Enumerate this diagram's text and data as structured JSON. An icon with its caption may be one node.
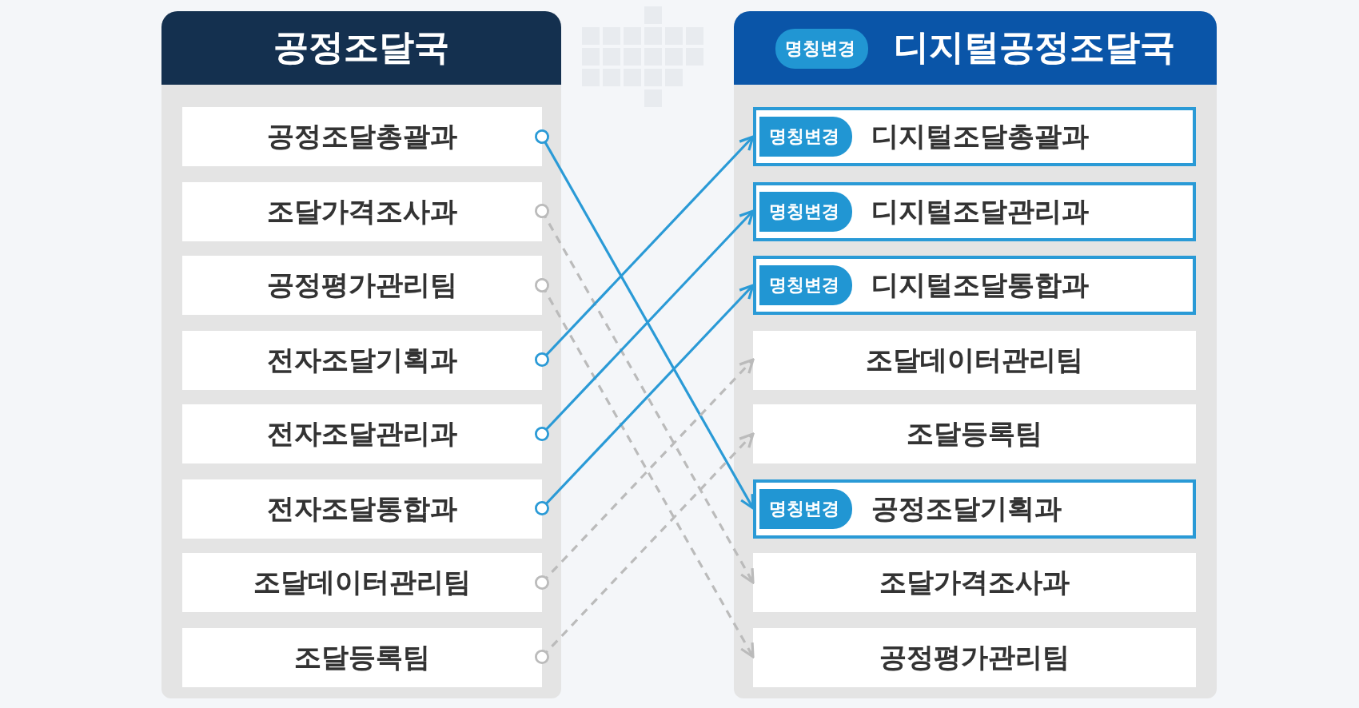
{
  "diagram": {
    "nodes": [
      {
        "text": [
          "공정조달국"
        ]
      },
      {
        "text": [
          "공정조달총괄과"
        ],
        "in": 0
      },
      {
        "text": [
          "조달가격조사과"
        ],
        "in": 0
      },
      {
        "text": [
          "공정평가관리팀"
        ],
        "in": 0
      },
      {
        "text": [
          "전자조달기획과"
        ],
        "in": 0
      },
      {
        "text": [
          "전자조달관리과"
        ],
        "in": 0
      },
      {
        "text": [
          "전자조달통합과"
        ],
        "in": 0
      },
      {
        "text": [
          "조달데이터관리팀"
        ],
        "in": 0
      },
      {
        "text": [
          "조달등록팀"
        ],
        "in": 0
      },
      {
        "text": [
          "명칭변경",
          "디지털공정조달국"
        ]
      },
      {
        "text": [
          "명칭변경",
          "디지털조달총괄과"
        ],
        "in": 9
      },
      {
        "text": [
          "명칭변경",
          "디지털조달관리과"
        ],
        "in": 9
      },
      {
        "text": [
          "명칭변경",
          "디지털조달통합과"
        ],
        "in": 9
      },
      {
        "text": [
          "조달데이터관리팀"
        ],
        "in": 9
      },
      {
        "text": [
          "조달등록팀"
        ],
        "in": 9
      },
      {
        "text": [
          "명칭변경",
          "공정조달기획과"
        ],
        "in": 9
      },
      {
        "text": [
          "조달가격조사과"
        ],
        "in": 9
      },
      {
        "text": [
          "공정평가관리팀"
        ],
        "in": 9
      }
    ],
    "edges": [
      {
        "from": 1,
        "to": 15,
        "arrow": "to"
      },
      {
        "from": 2,
        "to": 16,
        "arrow": "to",
        "style": "dashed",
        "color": "#bbbbbb"
      },
      {
        "from": 3,
        "to": 17,
        "arrow": "to",
        "style": "dashed",
        "color": "#bbbbbb"
      },
      {
        "from": 4,
        "to": 10,
        "arrow": "to"
      },
      {
        "from": 5,
        "to": 11,
        "arrow": "to"
      },
      {
        "from": 6,
        "to": 12,
        "arrow": "to"
      },
      {
        "from": 7,
        "to": 13,
        "arrow": "to",
        "style": "dashed",
        "color": "#bbbbbb"
      },
      {
        "from": 8,
        "to": 14,
        "arrow": "to",
        "style": "dashed",
        "color": "#bbbbbb"
      }
    ]
  }
}
